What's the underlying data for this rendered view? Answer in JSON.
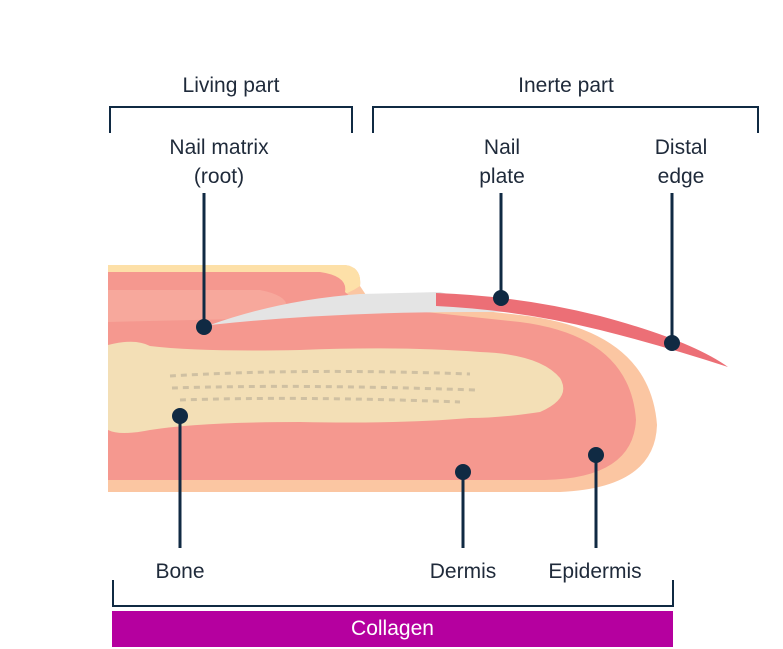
{
  "sections": {
    "living": "Living part",
    "inert": "Inerte part"
  },
  "labels": {
    "nail_matrix": [
      "Nail matrix",
      "(root)"
    ],
    "nail_plate": [
      "Nail",
      "plate"
    ],
    "distal_edge": [
      "Distal",
      "edge"
    ],
    "bone": "Bone",
    "dermis": "Dermis",
    "epidermis": "Epidermis"
  },
  "bar": {
    "label": "Collagen",
    "color": "#b5009f"
  },
  "colors": {
    "ink": "#102a43",
    "dermis": "#f5988f",
    "skin_outer": "#fbc6a2",
    "skin_yellow": "#fde0a8",
    "bone": "#f3dfb6",
    "nail_plate": "#ec6f76",
    "nail_bed_grey": "#e4e4e4"
  }
}
